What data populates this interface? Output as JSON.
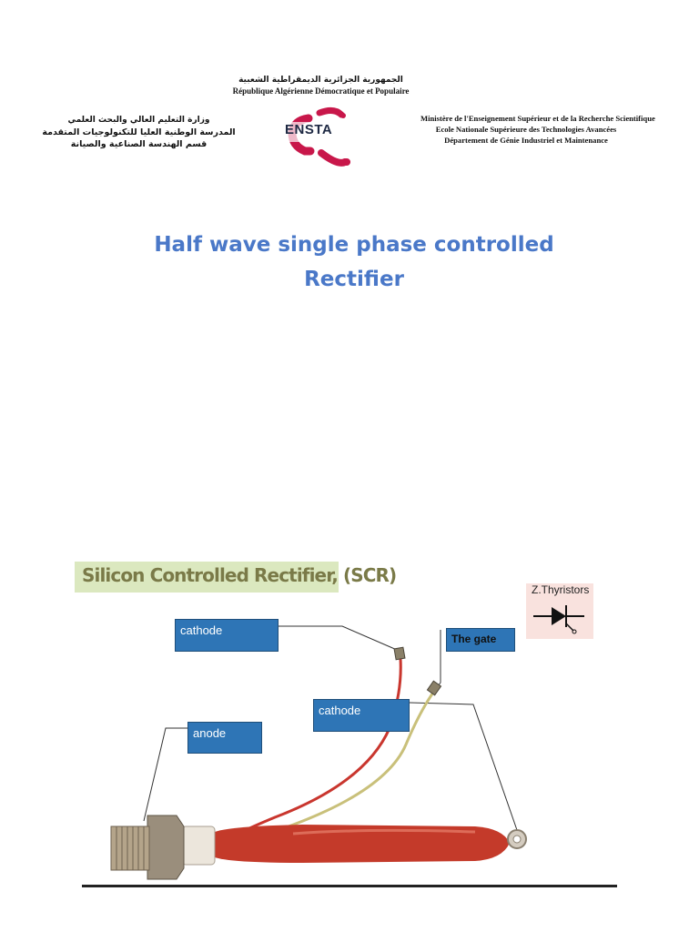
{
  "header": {
    "arabic_left": [
      "وزارة التعليم العالي والبحث العلمي",
      "المدرسة الوطنية العليا للتكنولوجيات المتقدمة",
      "قسم الهندسة الصناعية والصيانة"
    ],
    "arabic_center": "الجمهورية الجزائرية الديمقراطية الشعبية",
    "republic": "République Algérienne Démocratique et Populaire",
    "logo_text": "ENSTA",
    "french_right": [
      "Ministère de l'Enseignement Supérieur et de la Recherche Scientifique",
      "Ecole Nationale Supérieure des Technologies Avancées",
      "Département de Génie Industriel et Maintenance"
    ]
  },
  "title": {
    "line1": "Half wave single phase controlled",
    "line2": "Rectifier"
  },
  "figure": {
    "heading": "Silicon Controlled Rectifier, (SCR)",
    "thyristor_label": "Z.Thyristors",
    "labels": {
      "cathode_top": "cathode",
      "gate": "The gate",
      "cathode_mid": "cathode",
      "anode": "anode"
    }
  },
  "colors": {
    "title": "#4a78c8",
    "label_box": "#2e75b6",
    "logo_red": "#c8174a",
    "sleeve_red": "#c43a2a"
  }
}
